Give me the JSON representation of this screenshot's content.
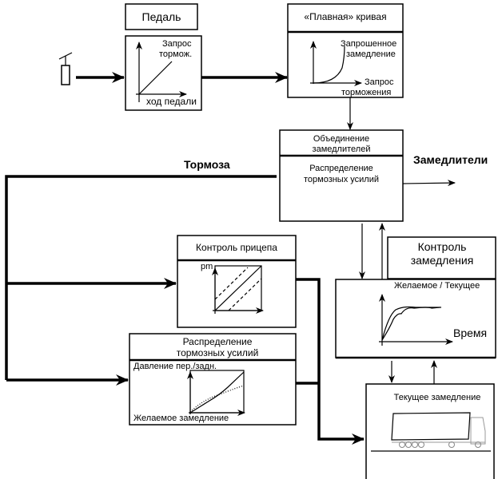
{
  "diagram": {
    "pedal": {
      "title": "Педаль",
      "y_label_1": "Запрос",
      "y_label_2": "тормож.",
      "x_label": "ход педали"
    },
    "smooth_curve": {
      "title": "«Плавная» кривая",
      "y_label_1": "Запрошенное",
      "y_label_2": "замедление",
      "x_label_1": "Запрос",
      "x_label_2": "торможения"
    },
    "combiner": {
      "title_1": "Объединение",
      "title_2": "замедлителей",
      "body_1": "Распределение",
      "body_2": "тормозных усилий"
    },
    "brakes_label": "Тормоза",
    "retarders_label": "Замедлители",
    "trailer_control": {
      "title": "Контроль прицепа",
      "y_label": "pm"
    },
    "brake_distribution": {
      "title_1": "Распределение",
      "title_2": "тормозных усилий",
      "y_label": "Давление пер./задн.",
      "x_label": "Желаемое замедление"
    },
    "deceleration_control": {
      "title_1": "Контроль",
      "title_2": "замедления",
      "curve_label": "Желаемое / Текущее",
      "x_label": "Время"
    },
    "current_deceleration": {
      "title": "Текущее замедление"
    }
  }
}
